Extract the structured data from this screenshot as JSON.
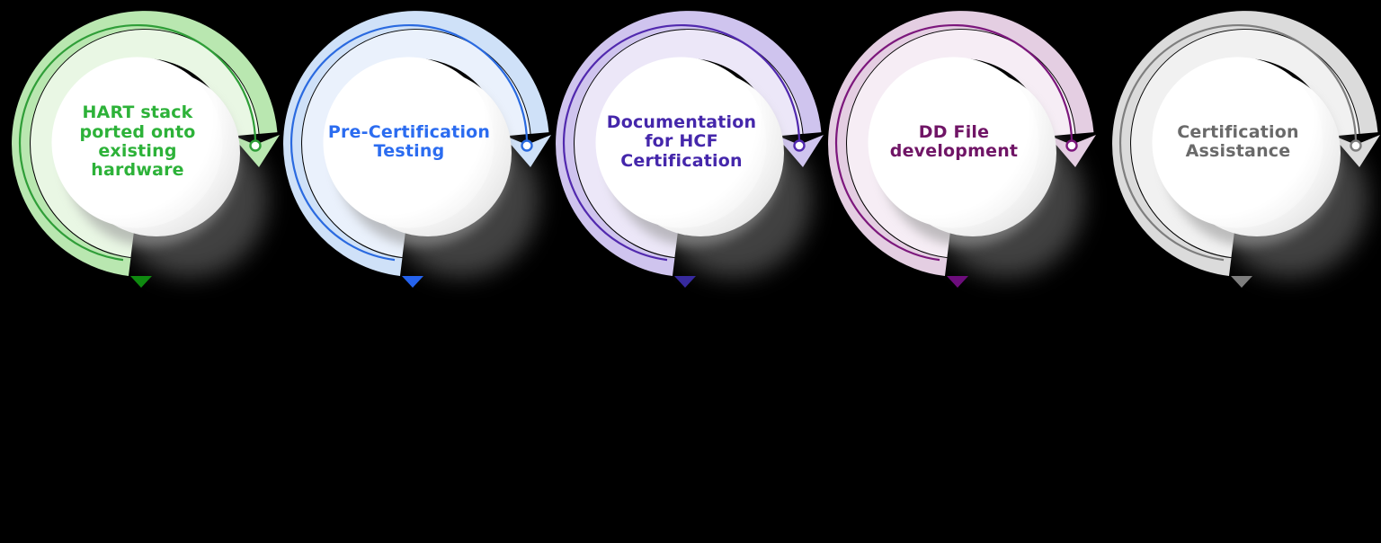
{
  "diagram": {
    "type": "process-infographic",
    "background_color": "#000000",
    "steps": [
      {
        "label": "HART stack\nported onto\nexisting\nhardware",
        "icon": "circular-arrow",
        "pointer_icon": "triangle-down",
        "colors": {
          "text": "#2db239",
          "band": "#b9e7b0",
          "tint": "#e9f7e4",
          "line": "#2f9e38",
          "pointer": "#0f8a10"
        }
      },
      {
        "label": "Pre-Certification\nTesting",
        "icon": "circular-arrow",
        "pointer_icon": "triangle-down",
        "colors": {
          "text": "#2b6cf0",
          "band": "#cfe1f8",
          "tint": "#eaf1fc",
          "line": "#2a6ae0",
          "pointer": "#2563ee"
        }
      },
      {
        "label": "Documentation\nfor HCF\nCertification",
        "icon": "circular-arrow",
        "pointer_icon": "triangle-down",
        "colors": {
          "text": "#4527ab",
          "band": "#cfc4ee",
          "tint": "#ece7f8",
          "line": "#5129ae",
          "pointer": "#372a9e"
        }
      },
      {
        "label": "DD File\ndevelopment",
        "icon": "circular-arrow",
        "pointer_icon": "triangle-down",
        "colors": {
          "text": "#701566",
          "band": "#e4cee2",
          "tint": "#f6edf5",
          "line": "#7c177c",
          "pointer": "#6d0d7c"
        }
      },
      {
        "label": "Certification\nAssistance",
        "icon": "circular-arrow",
        "pointer_icon": "triangle-down",
        "colors": {
          "text": "#6a6a6a",
          "band": "#dbdbdb",
          "tint": "#f1f1f1",
          "line": "#7e7e7e",
          "pointer": "#7e7e7e"
        }
      }
    ]
  }
}
